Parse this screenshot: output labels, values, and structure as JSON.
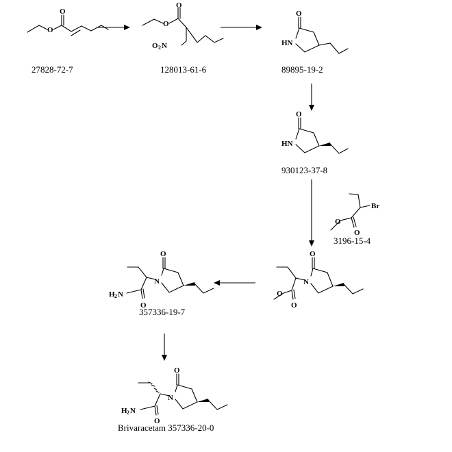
{
  "compounds": {
    "c1": {
      "cas": "27828-72-7",
      "atoms": {
        "o_carbonyl": "O",
        "o_ester": "O"
      }
    },
    "c2": {
      "cas": "128013-61-6",
      "atoms": {
        "o_carbonyl": "O",
        "o_ester": "O",
        "nitro_o": "O",
        "nitro_n": "N"
      }
    },
    "c3": {
      "cas": "89895-19-2",
      "atoms": {
        "o_carbonyl": "O",
        "nh": "HN"
      }
    },
    "c4": {
      "cas": "930123-37-8",
      "atoms": {
        "o_carbonyl": "O",
        "nh": "HN"
      }
    },
    "c5": {
      "cas": "3196-15-4",
      "atoms": {
        "br": "Br",
        "o_carbonyl": "O",
        "o_ester": "O"
      }
    },
    "c6": {
      "atoms": {
        "o_ring": "O",
        "n_ring": "N",
        "o_carbonyl": "O",
        "o_ester": "O"
      }
    },
    "c7": {
      "cas": "357336-19-7",
      "atoms": {
        "o_ring": "O",
        "n_ring": "N",
        "o_amide": "O",
        "nh2": "H",
        "nh2_sub": "2",
        "nh2_n": "N"
      }
    },
    "c8": {
      "name_cas": "Brivaracetam 357336-20-0",
      "atoms": {
        "o_ring": "O",
        "n_ring": "N",
        "o_amide": "O",
        "nh2": "H",
        "nh2_sub": "2",
        "nh2_n": "N"
      }
    }
  },
  "colors": {
    "ink": "#000000",
    "background": "#ffffff"
  }
}
